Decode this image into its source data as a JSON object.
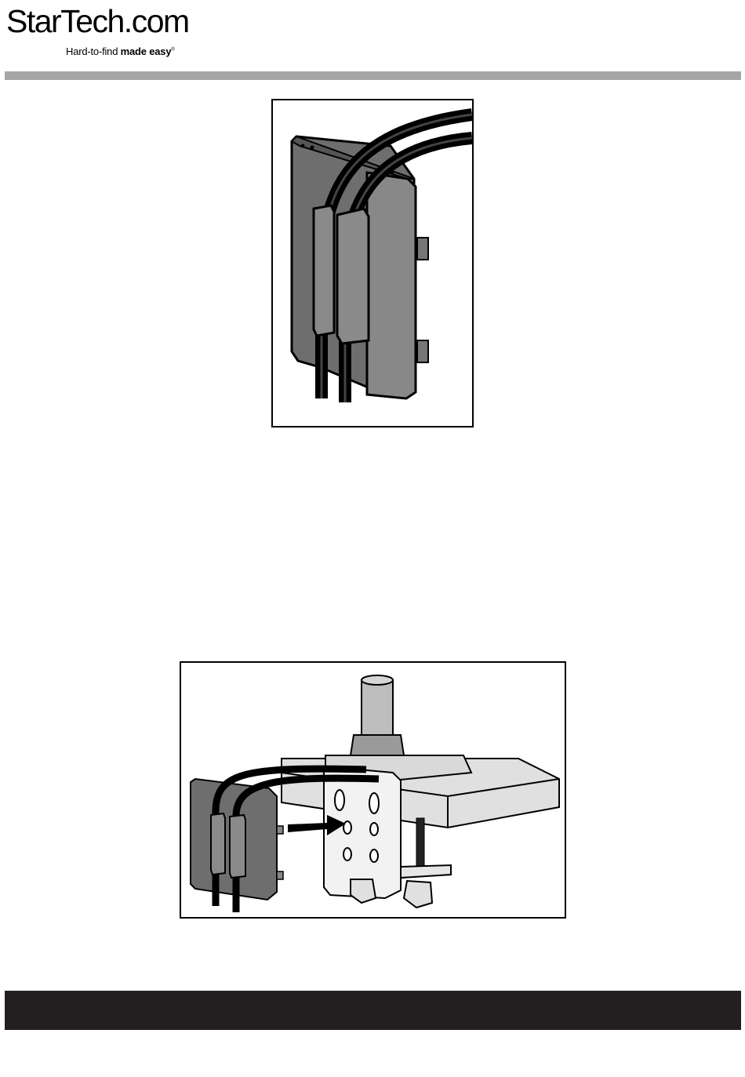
{
  "header": {
    "logo_text": "StarTech.com",
    "tagline_regular": "Hard-to-find ",
    "tagline_bold": "made easy",
    "tagline_mark": "®",
    "rule_color": "#a6a6a6"
  },
  "figures": [
    {
      "icon": "cable-clip-with-cables-illustration"
    },
    {
      "icon": "clip-attaching-to-desk-clamp-illustration"
    }
  ],
  "footer": {
    "bar_color": "#231f20"
  }
}
